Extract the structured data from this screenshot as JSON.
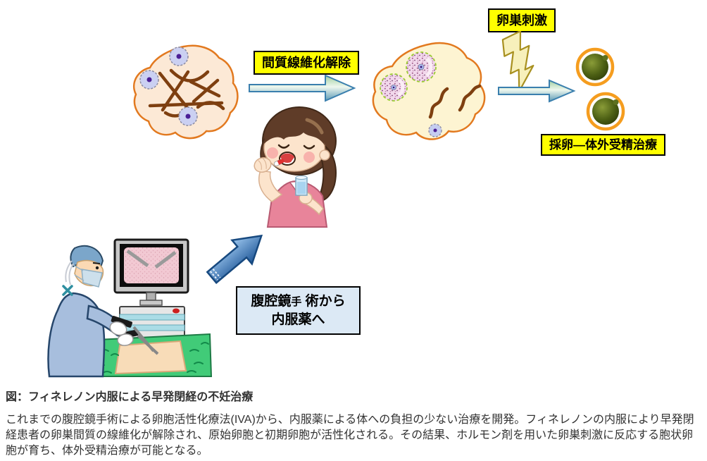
{
  "labels": {
    "fibrosis_release": "間質線維化解除",
    "ovarian_stimulation": "卵巣刺激",
    "egg_ivf": "採卵―体外受精治療",
    "surgery_box": {
      "seg1": "腹腔鏡",
      "seg1_small": "手",
      "seg2": " 術から",
      "line2": "内服薬へ"
    }
  },
  "caption": {
    "title": "図：フィネレノン内服による早発閉経の不妊治療",
    "body_lines": [
      "これまでの腹腔鏡手術による卵胞活性化療法(IVA)から、内服薬による体への負担の少ない治療を開発。フィネレノンの内服により早発閉",
      "経患者の卵巣間質の線維化が解除され、原始卵胞と初期卵胞が活性化される。その結果、ホルモン剤を用いた卵巣刺激に反応する胞状卵",
      "胞が育ち、体外受精治療が可能となる。"
    ]
  },
  "colors": {
    "label_bg": "#ffff00",
    "box_bg": "#dce9f5",
    "ovary_fibrotic_fill": "#fce9d6",
    "ovary_recovered_fill": "#fdf4d2",
    "ovary_outline": "#e2791f",
    "fiber_brown": "#7e3f10",
    "egg_green": "#4f6316",
    "egg_ring": "#f59d1f",
    "lightning_fill": "#f7f0bb",
    "arrow_stroke": "#3a7fae",
    "diagonal_arrow": "#1d5596"
  }
}
